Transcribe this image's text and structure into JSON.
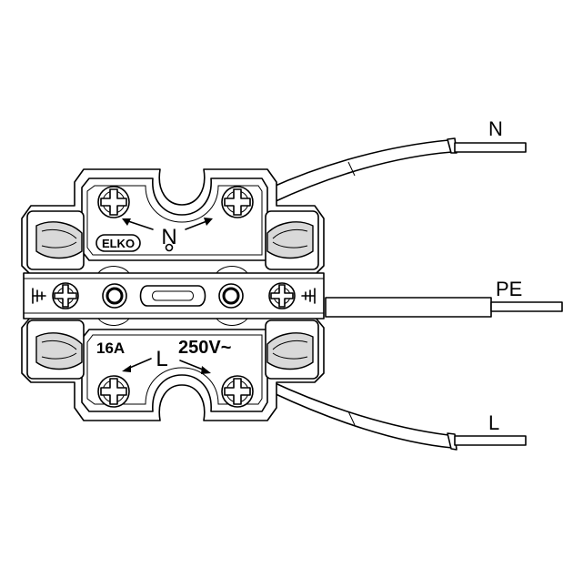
{
  "labels": {
    "neutral": "N",
    "earth": "PE",
    "line": "L",
    "brand": "ELKO",
    "terminal_n": "N",
    "terminal_l": "L",
    "current": "16A",
    "voltage": "250V~"
  },
  "symbols": {
    "earth_symbol_left": "earth-icon",
    "earth_symbol_right": "earth-icon",
    "arrows": "arrow-icon",
    "screws": "screw-icon"
  }
}
